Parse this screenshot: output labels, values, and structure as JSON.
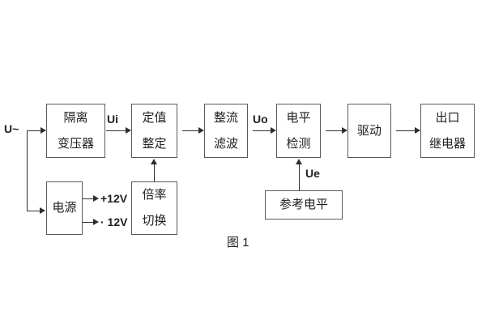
{
  "diagram": {
    "caption": "图 1",
    "input_label": "U~",
    "signal_labels": {
      "ui": "Ui",
      "uo": "Uo",
      "ue": "Ue"
    },
    "power_outputs": {
      "positive": "+12V",
      "negative": "· 12V"
    },
    "blocks": {
      "isolation_transformer": {
        "lines": [
          "隔离",
          "变压器"
        ]
      },
      "setpoint_adjust": {
        "lines": [
          "定值",
          "整定"
        ]
      },
      "rectifier_filter": {
        "lines": [
          "整流",
          "滤波"
        ]
      },
      "level_detector": {
        "lines": [
          "电平",
          "检测"
        ]
      },
      "driver": {
        "lines": [
          "驱动"
        ]
      },
      "output_relay": {
        "lines": [
          "出口",
          "继电器"
        ]
      },
      "power_supply": {
        "lines": [
          "电源"
        ]
      },
      "ratio_switch": {
        "lines": [
          "倍率",
          "切换"
        ]
      },
      "reference_level": {
        "lines": [
          "参考电平"
        ]
      }
    },
    "colors": {
      "background": "#ffffff",
      "border": "#5a5a5a",
      "line": "#2e2e2e",
      "text": "#1e1e26"
    }
  }
}
